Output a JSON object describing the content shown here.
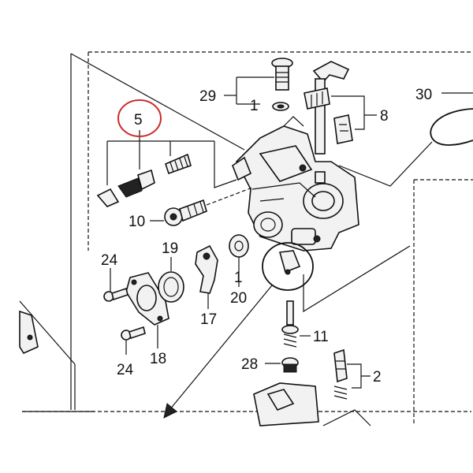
{
  "diagram": {
    "highlight_color": "#cc2b2b",
    "labels": {
      "p29": "29",
      "p1a": "1",
      "p30": "30",
      "p8": "8",
      "p5": "5",
      "p10": "10",
      "p24a": "24",
      "p19": "19",
      "p17": "17",
      "p20": "20",
      "p1b": "1",
      "p24b": "24",
      "p18": "18",
      "p11": "11",
      "p28": "28",
      "p2": "2"
    }
  }
}
